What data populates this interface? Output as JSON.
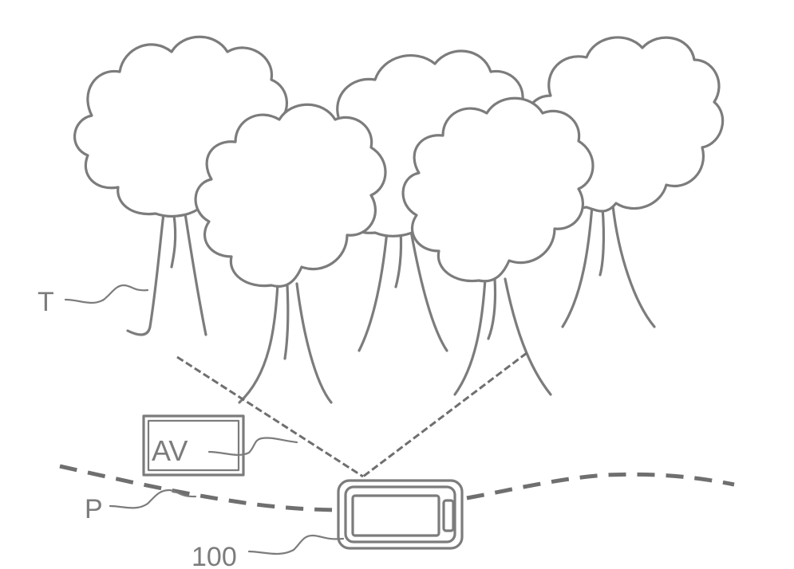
{
  "figure": {
    "labels": {
      "trees": "T",
      "path": "P",
      "vehicle": "AV",
      "device": "100"
    },
    "elements": {
      "trees": [
        "tree-back-left",
        "tree-back-center",
        "tree-back-right",
        "tree-front-left",
        "tree-front-right"
      ],
      "device_icon": "handheld-device-icon",
      "vehicle_box": "vehicle-box"
    },
    "colors": {
      "ink": "#7c7c7c",
      "background": "#ffffff"
    }
  }
}
